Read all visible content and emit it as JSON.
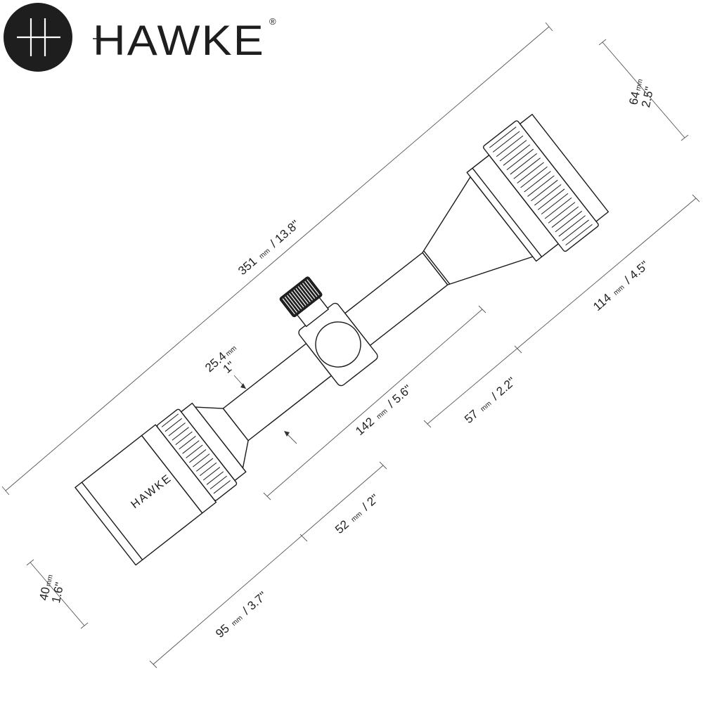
{
  "brand": {
    "name": "HAWKE",
    "registered_mark": "®",
    "badge_symbol": "H",
    "tube_print": "HAWKE"
  },
  "colors": {
    "line": "#1a1a1a",
    "badge": "#1e1e1e",
    "background": "#ffffff"
  },
  "dimensions": {
    "overall_length": {
      "value": "351",
      "unit": "mm",
      "imperial": "/ 13.8\""
    },
    "objective_diameter": {
      "value": "64",
      "unit": "mm",
      "imperial": "2.5\""
    },
    "objective_section": {
      "value": "114",
      "unit": "mm",
      "imperial": "/ 4.5\""
    },
    "mount_rear": {
      "value": "57",
      "unit": "mm",
      "imperial": "/ 2.2\""
    },
    "mounting_length": {
      "value": "142",
      "unit": "mm",
      "imperial": "/ 5.6\""
    },
    "mount_front": {
      "value": "52",
      "unit": "mm",
      "imperial": "/ 2\""
    },
    "eyepiece_section": {
      "value": "95",
      "unit": "mm",
      "imperial": "/ 3.7\""
    },
    "eyepiece_diameter": {
      "value": "40",
      "unit": "mm",
      "imperial": "1.6\""
    },
    "tube_diameter": {
      "value": "25.4",
      "unit": "mm",
      "imperial": "1\""
    }
  }
}
